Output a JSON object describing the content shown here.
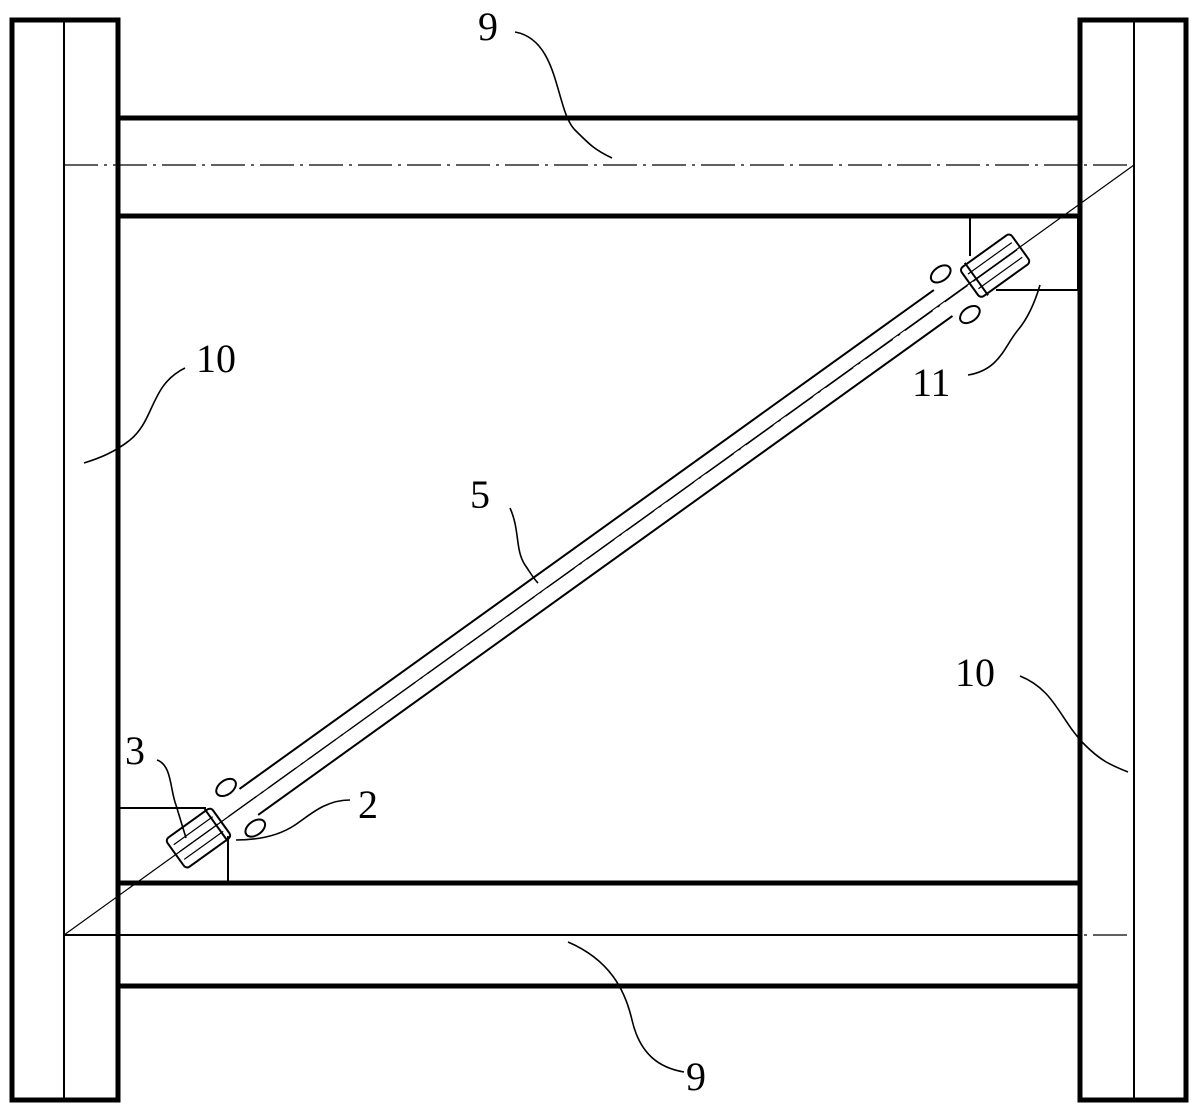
{
  "labels": {
    "beam_top": "9",
    "beam_bottom": "9",
    "column_left": "10",
    "column_right": "10",
    "brace": "5",
    "end_plate": "3",
    "bolt": "2",
    "gusset": "11"
  }
}
